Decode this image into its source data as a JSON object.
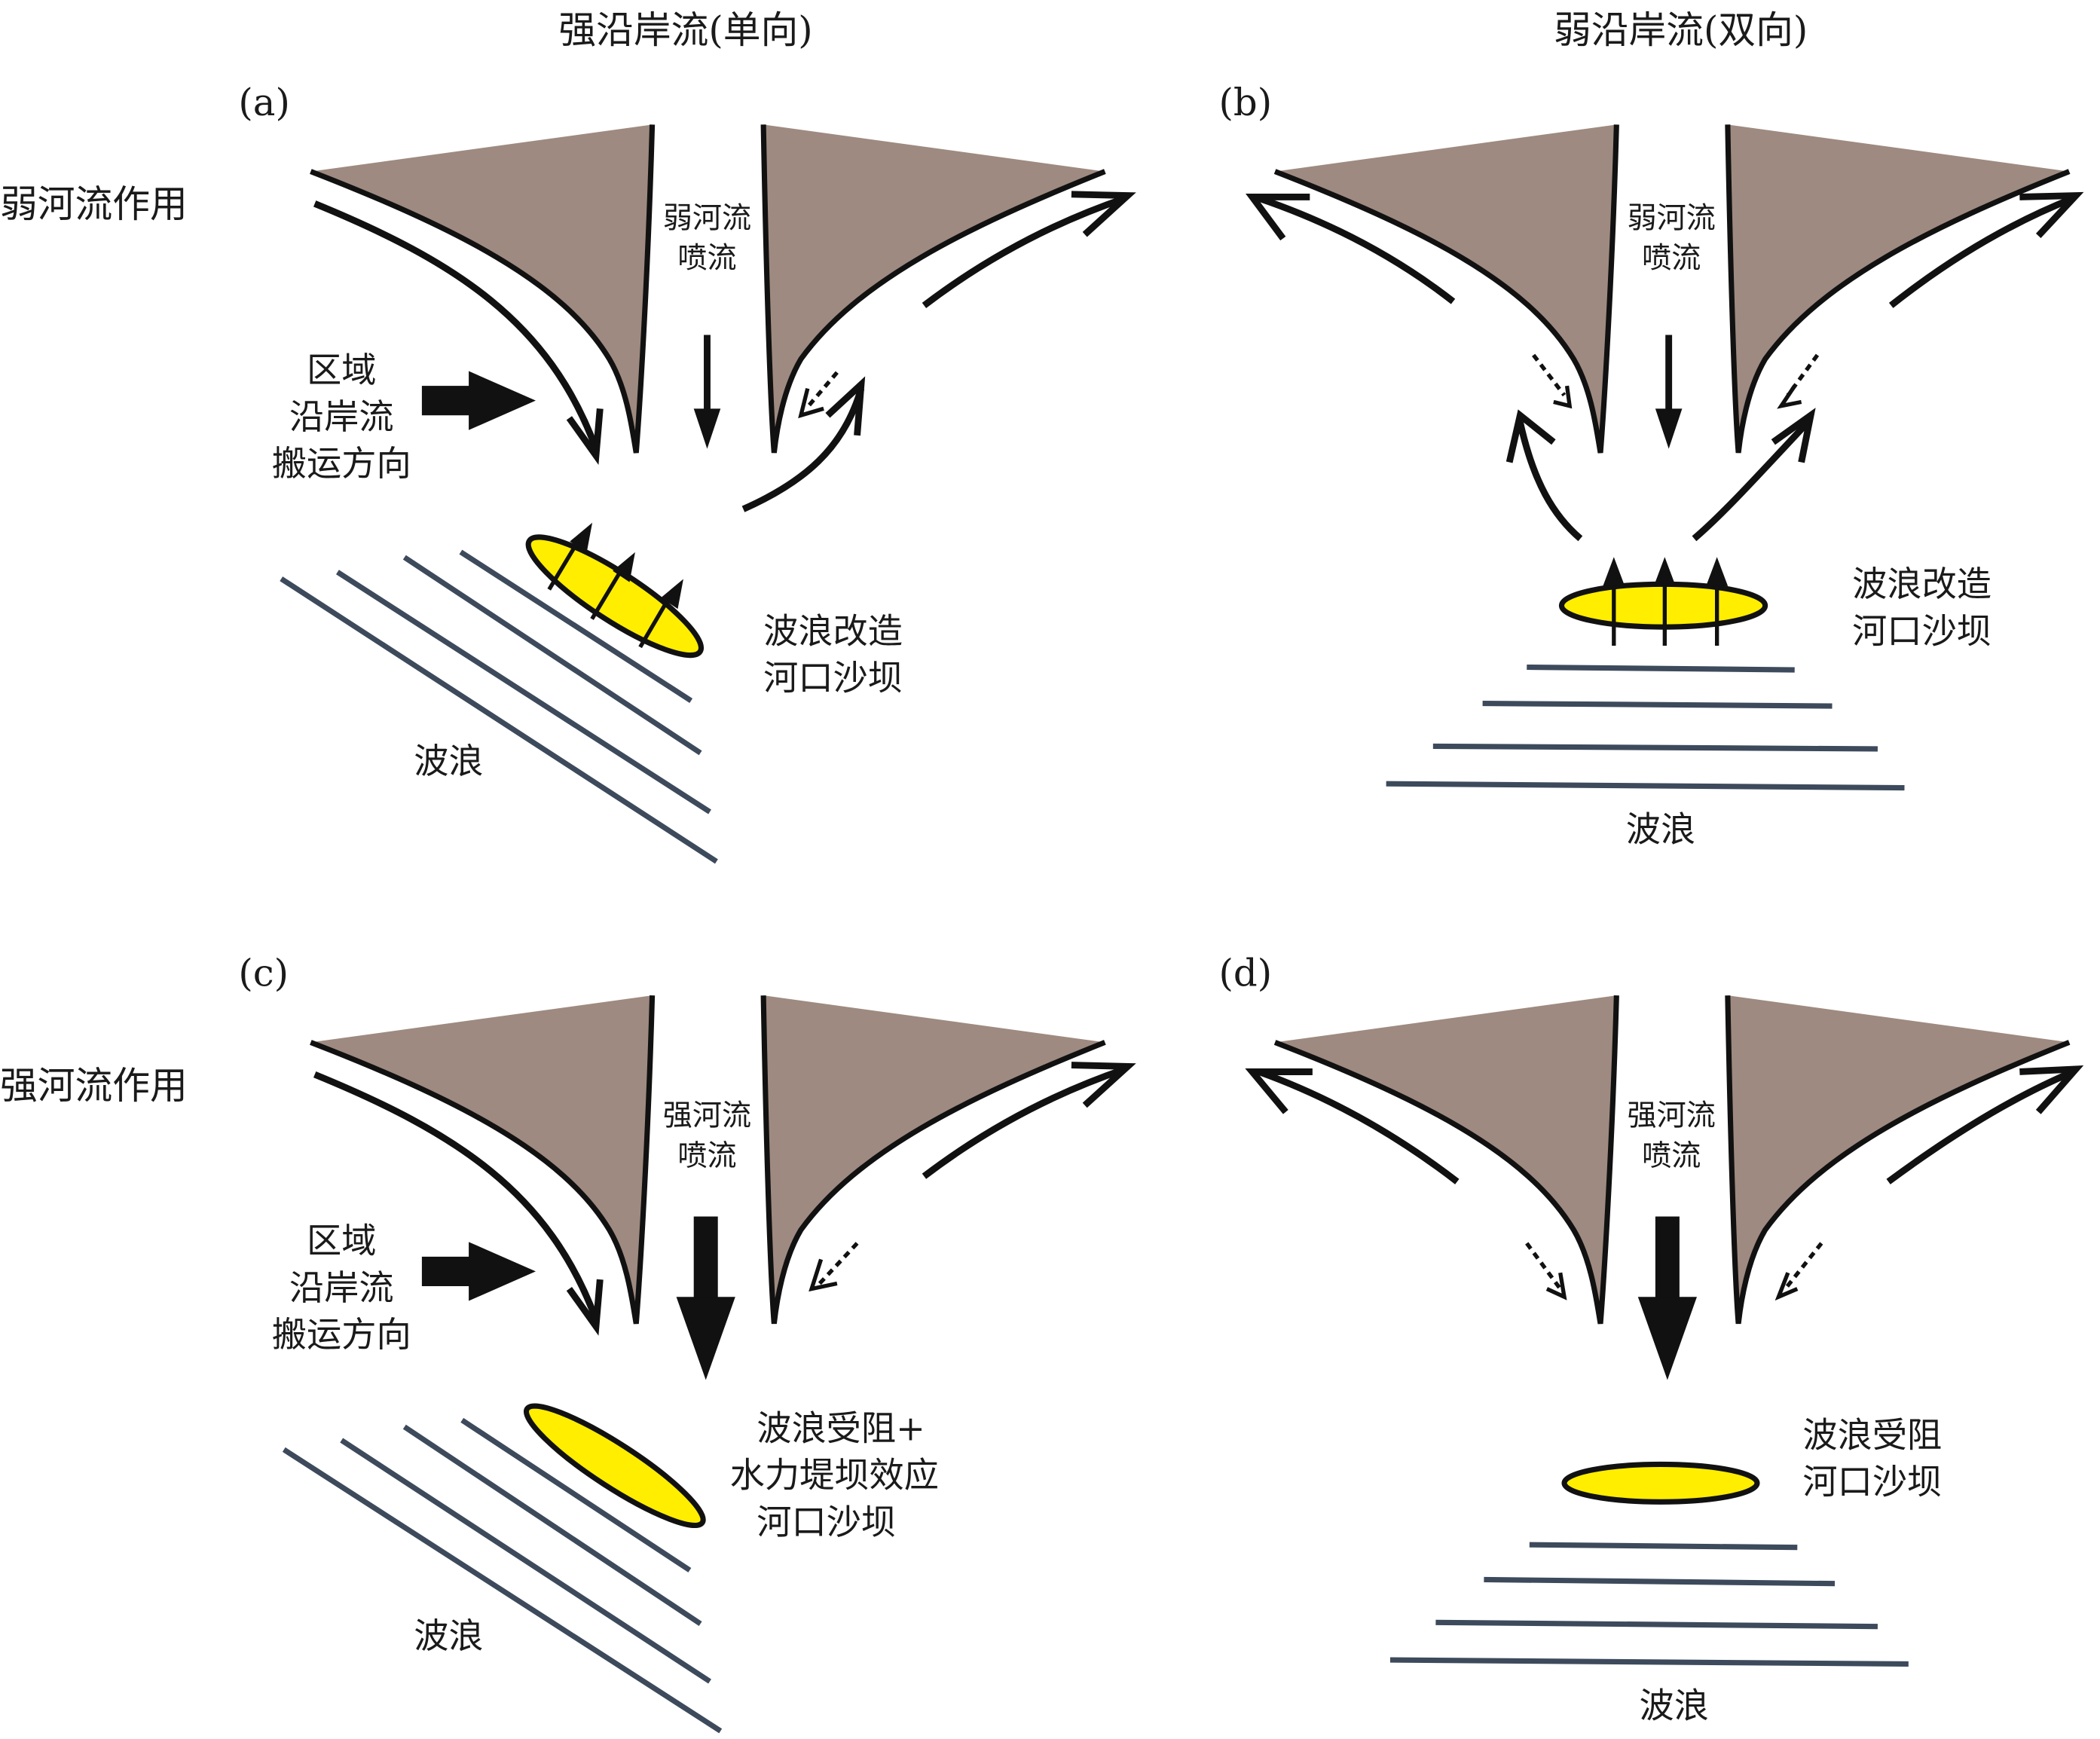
{
  "figure": {
    "column_headers": [
      "强沿岸流(单向)",
      "弱沿岸流(双向)"
    ],
    "row_headers": [
      "弱河流作用",
      "强河流作用"
    ],
    "colors": {
      "land_fill": "#9e8a80",
      "outline": "#111111",
      "mouth_bar_fill": "#ffee00",
      "wave_line": "#3d4a5c",
      "background": "#ffffff"
    },
    "panels": [
      {
        "id": "a",
        "label": "(a)",
        "jet_label": [
          "弱河流",
          "喷流"
        ],
        "jet_strength": "weak",
        "longshore": "strong-unidirectional",
        "regional_label": [
          "区域",
          "沿岸流",
          "搬运方向"
        ],
        "bar_label": [
          "波浪改造",
          "河口沙坝"
        ],
        "wave_label": "波浪",
        "wave_orientation": "oblique"
      },
      {
        "id": "b",
        "label": "(b)",
        "jet_label": [
          "弱河流",
          "喷流"
        ],
        "jet_strength": "weak",
        "longshore": "weak-bidirectional",
        "bar_label": [
          "波浪改造",
          "河口沙坝"
        ],
        "wave_label": "波浪",
        "wave_orientation": "normal"
      },
      {
        "id": "c",
        "label": "(c)",
        "jet_label": [
          "强河流",
          "喷流"
        ],
        "jet_strength": "strong",
        "longshore": "strong-unidirectional",
        "regional_label": [
          "区域",
          "沿岸流",
          "搬运方向"
        ],
        "bar_label": [
          "波浪受阻+",
          "水力堤坝效应",
          "河口沙坝"
        ],
        "wave_label": "波浪",
        "wave_orientation": "oblique"
      },
      {
        "id": "d",
        "label": "(d)",
        "jet_label": [
          "强河流",
          "喷流"
        ],
        "jet_strength": "strong",
        "longshore": "weak-bidirectional",
        "bar_label": [
          "波浪受阻",
          "河口沙坝"
        ],
        "wave_label": "波浪",
        "wave_orientation": "normal"
      }
    ]
  }
}
